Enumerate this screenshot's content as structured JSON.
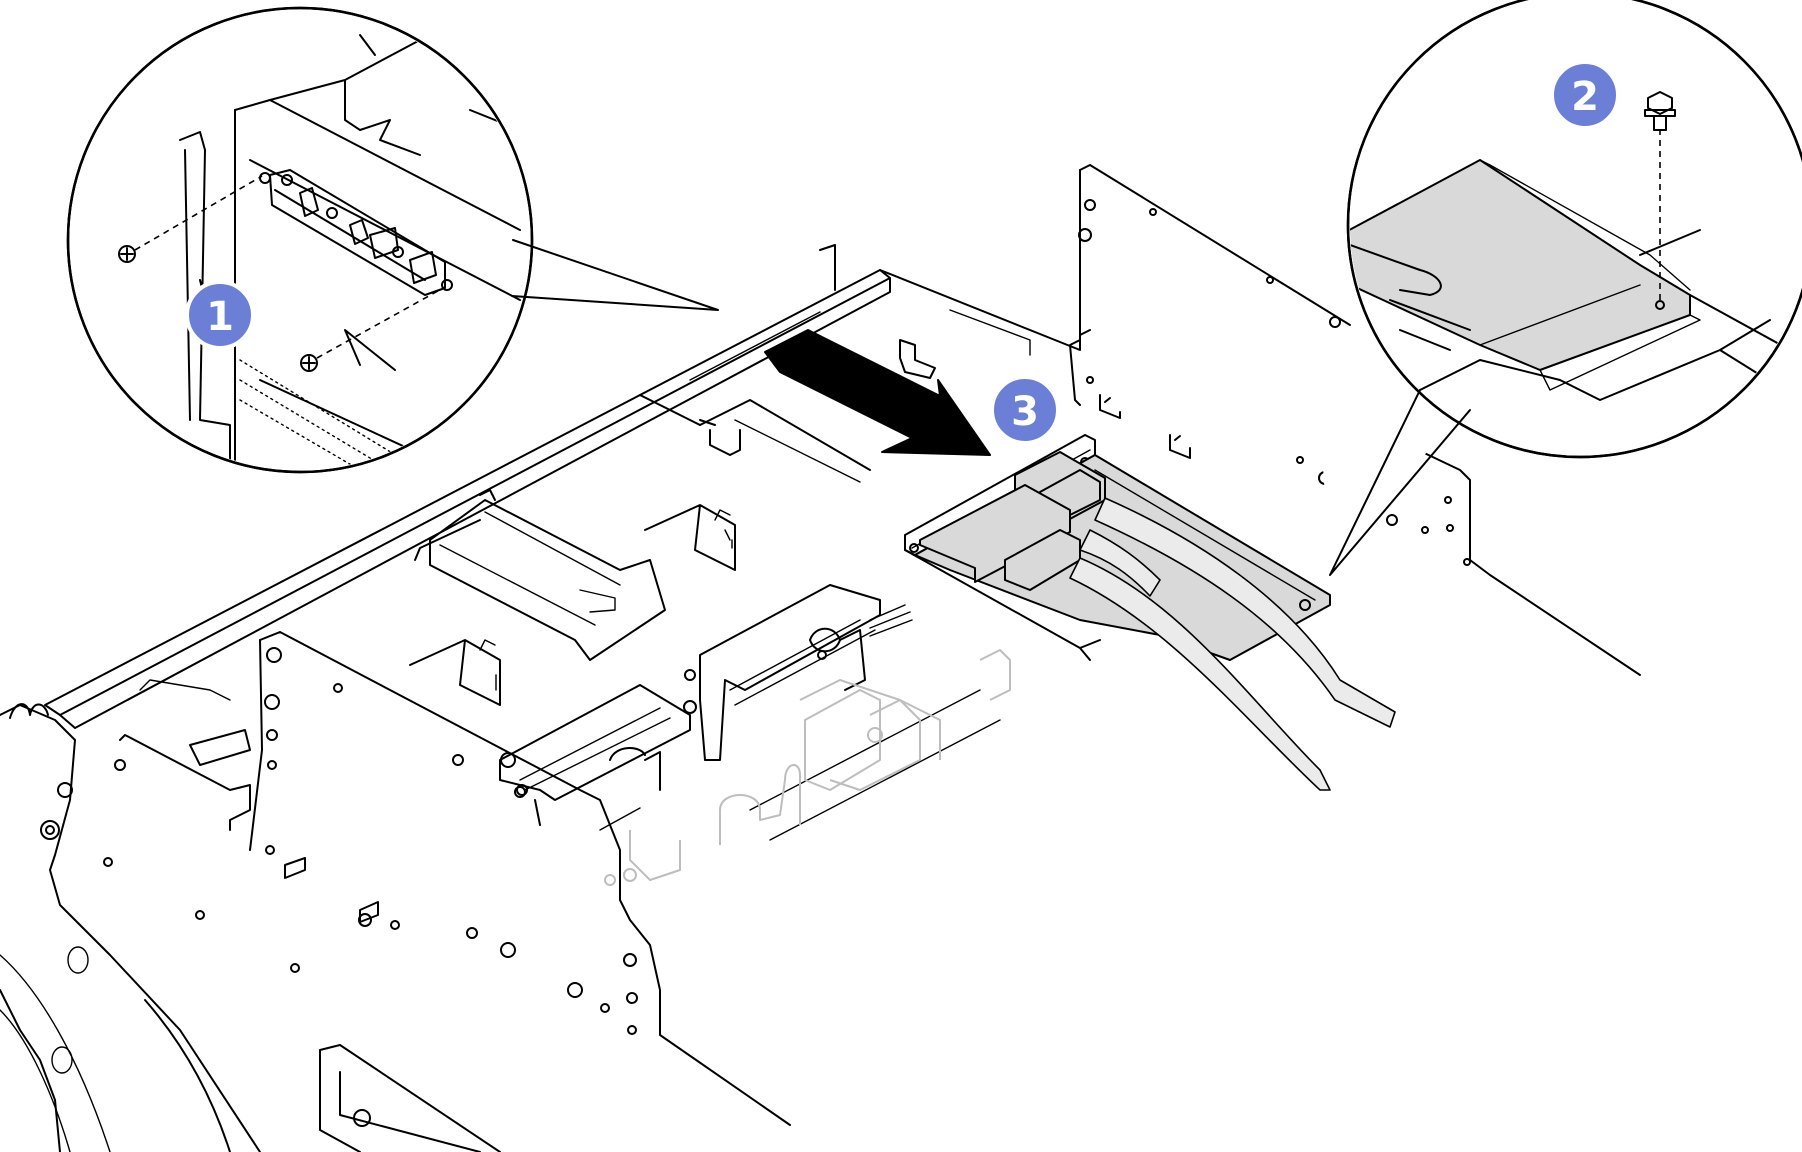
{
  "colors": {
    "callout_fill": "#6b7fd7",
    "line": "#000000",
    "shade": "#d9d9d9",
    "ghost": "#bdbdbd",
    "background": "#ffffff"
  },
  "callouts": [
    {
      "id": "step-1",
      "label": "1"
    },
    {
      "id": "step-2",
      "label": "2"
    },
    {
      "id": "step-3",
      "label": "3"
    }
  ]
}
